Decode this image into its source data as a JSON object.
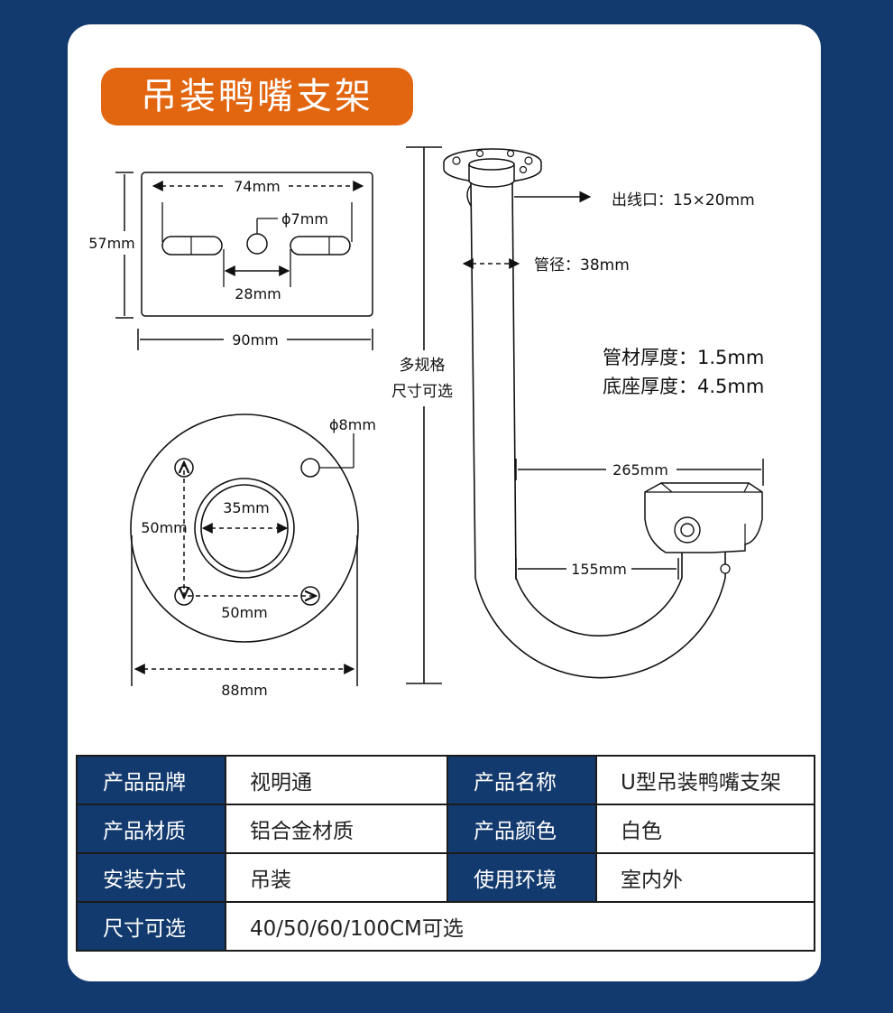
{
  "title": "吊装鸭嘴支架",
  "plate": {
    "dim_74": "74mm",
    "dim_57": "57mm",
    "hole": "ϕ7mm",
    "dim_28": "28mm",
    "dim_90": "90mm"
  },
  "base": {
    "hole": "ϕ8mm",
    "dim_35": "35mm",
    "dim_50v": "50mm",
    "dim_50h": "50mm",
    "dim_88": "88mm"
  },
  "height_note": [
    "多规格",
    "尺寸可选"
  ],
  "bracket": {
    "outlet": "出线口：15×20mm",
    "pipe_dia": "管径：38mm",
    "tube_thickness": "管材厚度：1.5mm",
    "base_thickness": "底座厚度：4.5mm",
    "dim_265": "265mm",
    "dim_155": "155mm"
  },
  "specs": {
    "rows": [
      {
        "l1": "产品品牌",
        "v1": "视明通",
        "l2": "产品名称",
        "v2": "U型吊装鸭嘴支架"
      },
      {
        "l1": "产品材质",
        "v1": "铝合金材质",
        "l2": "产品颜色",
        "v2": "白色"
      },
      {
        "l1": "安装方式",
        "v1": "吊装",
        "l2": "使用环境",
        "v2": "室内外"
      },
      {
        "l1": "尺寸可选",
        "v1": "40/50/60/100CM可选"
      }
    ]
  },
  "colors": {
    "background": "#133a6e",
    "accent": "#e2650f",
    "card": "#ffffff"
  }
}
